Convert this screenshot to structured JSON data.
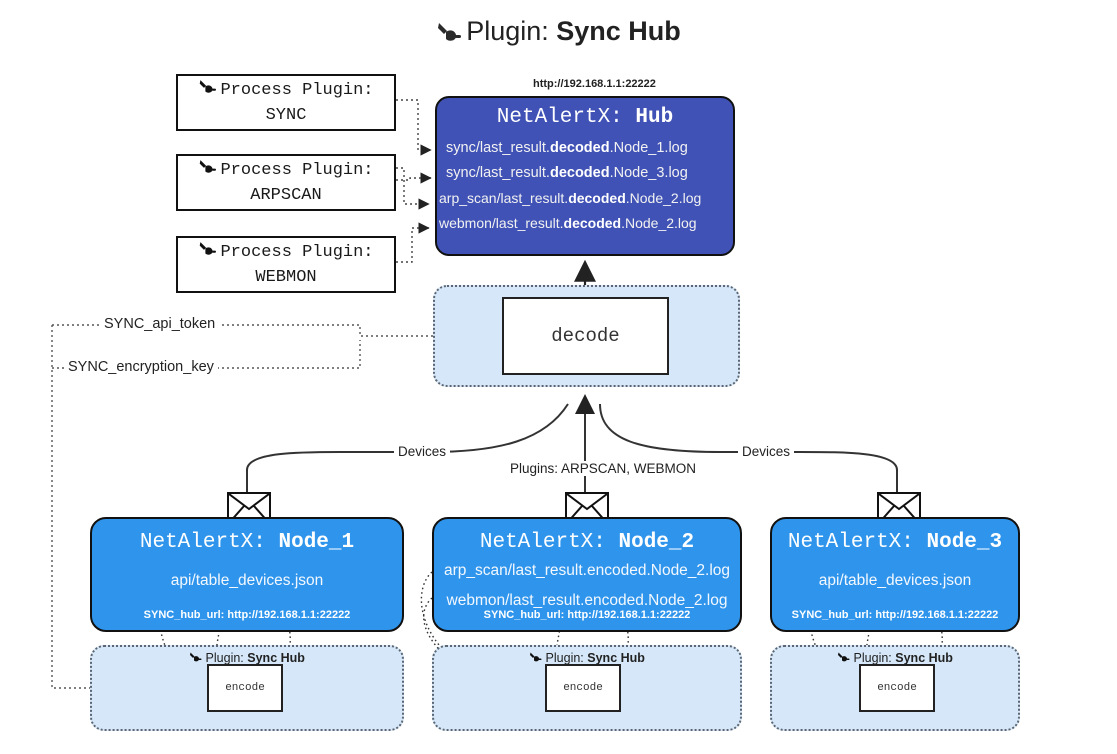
{
  "title": {
    "icon": "plug-icon",
    "prefix": "Plugin:",
    "name": "Sync Hub"
  },
  "process_plugins": [
    {
      "icon": "plug-icon",
      "line1": "Process Plugin:",
      "line2": "SYNC"
    },
    {
      "icon": "plug-icon",
      "line1": "Process Plugin:",
      "line2": "ARPSCAN"
    },
    {
      "icon": "plug-icon",
      "line1": "Process Plugin:",
      "line2": "WEBMON"
    }
  ],
  "hub": {
    "url": "http://192.168.1.1:22222",
    "header_prefix": "NetAlertX:",
    "header_name": "Hub",
    "logs": [
      {
        "pre": "sync/last_result.",
        "strong": "decoded",
        "post": ".Node_1.log"
      },
      {
        "pre": "sync/last_result.",
        "strong": "decoded",
        "post": ".Node_3.log"
      },
      {
        "pre": "arp_scan/last_result.",
        "strong": "decoded",
        "post": ".Node_2.log"
      },
      {
        "pre": "webmon/last_result.",
        "strong": "decoded",
        "post": ".Node_2.log"
      }
    ]
  },
  "decode": {
    "label": "decode"
  },
  "secrets": [
    {
      "label": "SYNC_api_token"
    },
    {
      "label": "SYNC_encryption_key"
    }
  ],
  "edge_labels": {
    "devices_left": "Devices",
    "devices_right": "Devices",
    "plugins_center": "Plugins: ARPSCAN, WEBMON"
  },
  "nodes": [
    {
      "header_prefix": "NetAlertX:",
      "header_name": "Node_1",
      "payload": [
        "api/table_devices.json"
      ],
      "hub_url": "SYNC_hub_url: http://192.168.1.1:22222",
      "plugin_prefix": "Plugin:",
      "plugin_name": "Sync Hub",
      "encode_label": "encode"
    },
    {
      "header_prefix": "NetAlertX:",
      "header_name": "Node_2",
      "payload": [
        "arp_scan/last_result.encoded.Node_2.log",
        "webmon/last_result.encoded.Node_2.log"
      ],
      "hub_url": "SYNC_hub_url: http://192.168.1.1:22222",
      "plugin_prefix": "Plugin:",
      "plugin_name": "Sync Hub",
      "encode_label": "encode"
    },
    {
      "header_prefix": "NetAlertX:",
      "header_name": "Node_3",
      "payload": [
        "api/table_devices.json"
      ],
      "hub_url": "SYNC_hub_url: http://192.168.1.1:22222",
      "plugin_prefix": "Plugin:",
      "plugin_name": "Sync Hub",
      "encode_label": "encode"
    }
  ],
  "colors": {
    "hub_fill": "#4052b5",
    "node_fill": "#2f95ec",
    "container_fill": "#d5e7f8",
    "stroke": "#111111",
    "dotted_stroke": "#5b6672"
  }
}
